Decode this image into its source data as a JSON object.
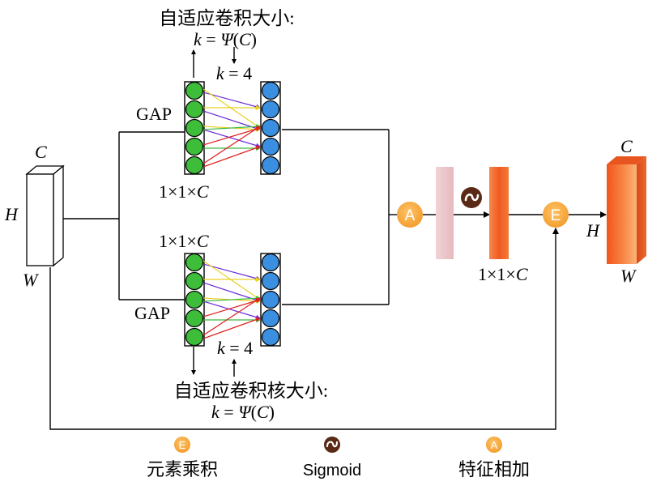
{
  "title_top": "自适应卷积大小:",
  "title_bottom": "自适应卷积核大小:",
  "formula_k": "k",
  "formula_eq": " = ",
  "formula_psi": "Ψ",
  "formula_c_open": "(",
  "formula_c": "C",
  "formula_c_close": ")",
  "k4_k": "k",
  "k4_rest": " = 4",
  "gap_top": "GAP",
  "gap_bottom": "GAP",
  "size_prefix": "1×1×",
  "size_c": "C",
  "dim_c": "C",
  "dim_h": "H",
  "dim_w": "W",
  "node_add": "A",
  "node_mult": "E",
  "legend": {
    "mult_label": "元素乘积",
    "sigmoid_label": "Sigmoid",
    "add_label": "特征相加",
    "mult_symbol": "E",
    "add_symbol": "A"
  },
  "colors": {
    "green": "#3dbd3a",
    "blue": "#3a8fe0",
    "orange": "#f29b2a",
    "sigmoid": "#5a2a17",
    "pink": "#ecc8cc",
    "feature": "#f26a2a"
  }
}
